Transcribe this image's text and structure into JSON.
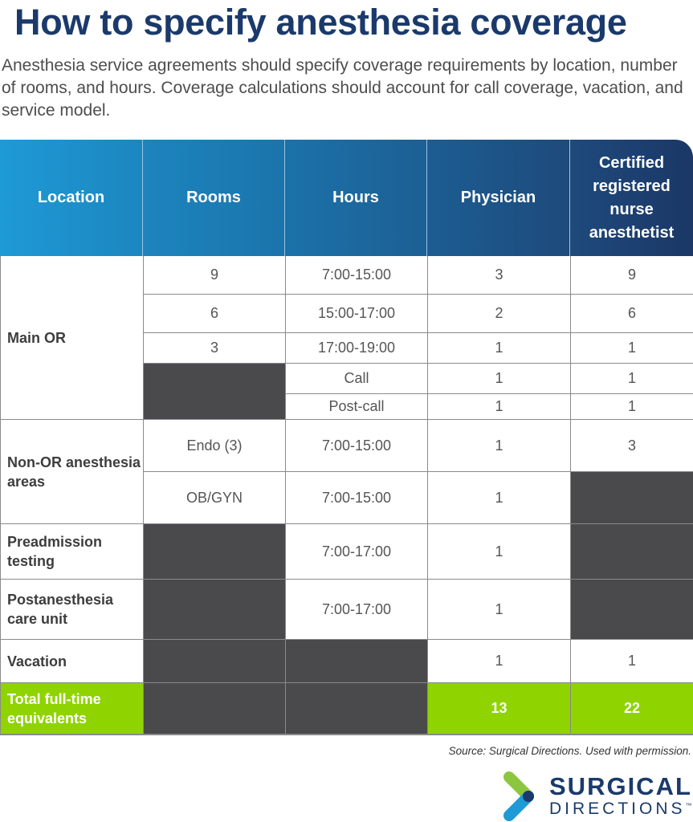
{
  "title": "How to specify anesthesia coverage",
  "intro": "Anesthesia service agreements should specify coverage requirements by location, number of rooms, and hours. Coverage calculations should account for call coverage, vacation, and service model.",
  "table": {
    "headers": [
      "Location",
      "Rooms",
      "Hours",
      "Physician",
      "Certified registered nurse anesthetist"
    ],
    "rows": [
      {
        "location": "Main OR",
        "rooms": "9",
        "hours": "7:00-15:00",
        "physician": "3",
        "crna": "9"
      },
      {
        "location": "Main OR",
        "rooms": "6",
        "hours": "15:00-17:00",
        "physician": "2",
        "crna": "6"
      },
      {
        "location": "Main OR",
        "rooms": "3",
        "hours": "17:00-19:00",
        "physician": "1",
        "crna": "1"
      },
      {
        "location": "Main OR",
        "rooms": "",
        "hours": "Call",
        "physician": "1",
        "crna": "1"
      },
      {
        "location": "Main OR",
        "rooms": "",
        "hours": "Post-call",
        "physician": "1",
        "crna": "1"
      },
      {
        "location": "Non-OR anesthesia areas",
        "rooms": "Endo (3)",
        "hours": "7:00-15:00",
        "physician": "1",
        "crna": "3"
      },
      {
        "location": "Non-OR anesthesia areas",
        "rooms": "OB/GYN",
        "hours": "7:00-15:00",
        "physician": "1",
        "crna": ""
      },
      {
        "location": "Preadmission testing",
        "rooms": "",
        "hours": "7:00-17:00",
        "physician": "1",
        "crna": ""
      },
      {
        "location": "Postanesthesia care unit",
        "rooms": "",
        "hours": "7:00-17:00",
        "physician": "1",
        "crna": ""
      },
      {
        "location": "Vacation",
        "rooms": "",
        "hours": "",
        "physician": "1",
        "crna": "1"
      }
    ],
    "total": {
      "label": "Total full-time equivalents",
      "physician": "13",
      "crna": "22"
    }
  },
  "source": "Source: Surgical Directions. Used with permission.",
  "logo": {
    "line1": "SURGICAL",
    "line2": "DIRECTIONS",
    "tm": "™"
  },
  "colors": {
    "title": "#1b3a6b",
    "total_green": "#8fd400",
    "blocked_cell": "#4a4a4c"
  }
}
